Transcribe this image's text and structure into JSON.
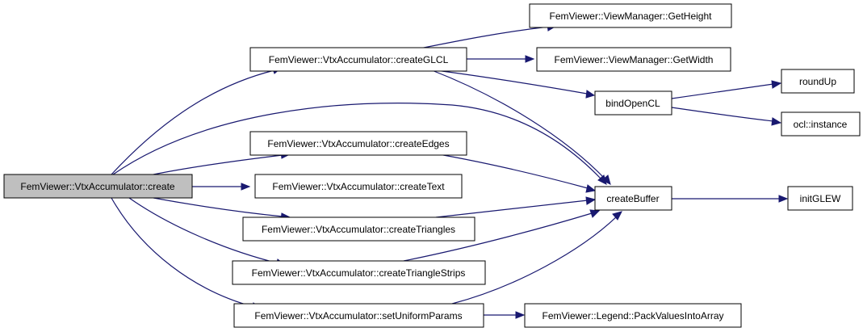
{
  "diagram": {
    "nodes": [
      {
        "id": "create",
        "label": "FemViewer::VtxAccumulator::create",
        "root": true
      },
      {
        "id": "createGLCL",
        "label": "FemViewer::VtxAccumulator::createGLCL"
      },
      {
        "id": "createEdges",
        "label": "FemViewer::VtxAccumulator::createEdges"
      },
      {
        "id": "createText",
        "label": "FemViewer::VtxAccumulator::createText"
      },
      {
        "id": "createTriangles",
        "label": "FemViewer::VtxAccumulator::createTriangles"
      },
      {
        "id": "createTriangleStrips",
        "label": "FemViewer::VtxAccumulator::createTriangleStrips"
      },
      {
        "id": "setUniformParams",
        "label": "FemViewer::VtxAccumulator::setUniformParams"
      },
      {
        "id": "getHeight",
        "label": "FemViewer::ViewManager::GetHeight"
      },
      {
        "id": "getWidth",
        "label": "FemViewer::ViewManager::GetWidth"
      },
      {
        "id": "bindOpenCL",
        "label": "bindOpenCL"
      },
      {
        "id": "createBuffer",
        "label": "createBuffer"
      },
      {
        "id": "packValues",
        "label": "FemViewer::Legend::PackValuesIntoArray"
      },
      {
        "id": "roundUp",
        "label": "roundUp"
      },
      {
        "id": "oclInstance",
        "label": "ocl::instance"
      },
      {
        "id": "initGLEW",
        "label": "initGLEW"
      }
    ],
    "edges": [
      {
        "from": "create",
        "to": "createGLCL"
      },
      {
        "from": "create",
        "to": "createBuffer"
      },
      {
        "from": "create",
        "to": "createEdges"
      },
      {
        "from": "create",
        "to": "createText"
      },
      {
        "from": "create",
        "to": "createTriangles"
      },
      {
        "from": "create",
        "to": "createTriangleStrips"
      },
      {
        "from": "create",
        "to": "setUniformParams"
      },
      {
        "from": "createGLCL",
        "to": "getHeight"
      },
      {
        "from": "createGLCL",
        "to": "getWidth"
      },
      {
        "from": "createGLCL",
        "to": "bindOpenCL"
      },
      {
        "from": "createGLCL",
        "to": "createBuffer"
      },
      {
        "from": "createEdges",
        "to": "createBuffer"
      },
      {
        "from": "createTriangles",
        "to": "createBuffer"
      },
      {
        "from": "createTriangleStrips",
        "to": "createBuffer"
      },
      {
        "from": "setUniformParams",
        "to": "createBuffer"
      },
      {
        "from": "setUniformParams",
        "to": "packValues"
      },
      {
        "from": "bindOpenCL",
        "to": "roundUp"
      },
      {
        "from": "bindOpenCL",
        "to": "oclInstance"
      },
      {
        "from": "createBuffer",
        "to": "initGLEW"
      }
    ]
  }
}
